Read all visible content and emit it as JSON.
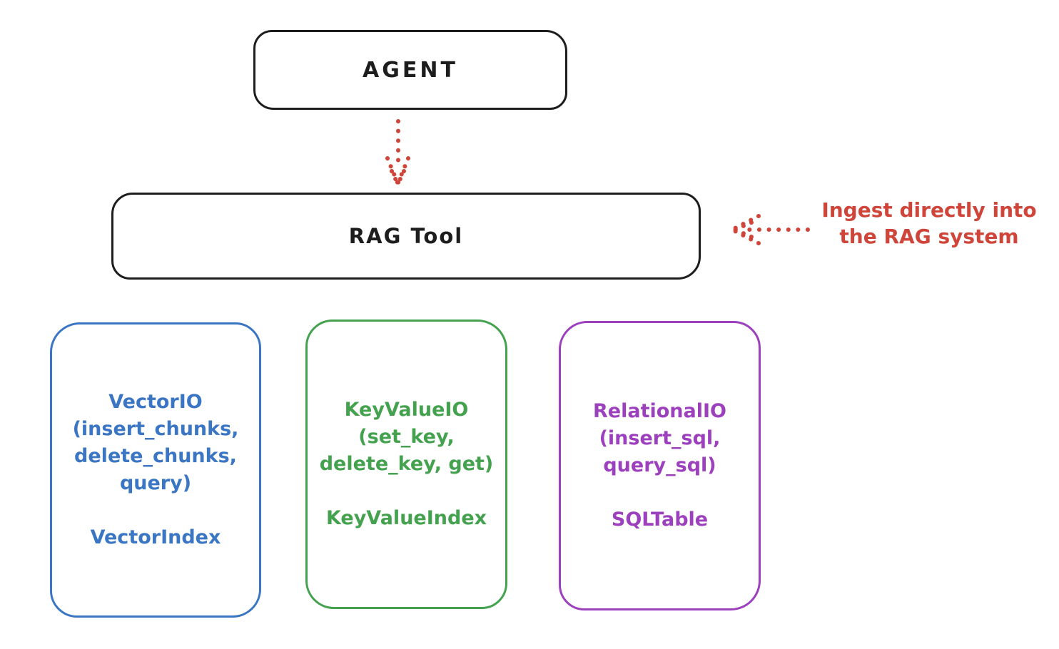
{
  "canvas": {
    "background": "#ffffff",
    "ink_color": "#1d1d1d",
    "accent_red": "#d0453a",
    "accent_blue": "#3a76c4",
    "accent_green": "#44a24f",
    "accent_purple": "#9c40bd"
  },
  "agent_node": {
    "label": "AGENT"
  },
  "rag_tool_node": {
    "label": "RAG Tool"
  },
  "annotation": {
    "line1": "Ingest directly into",
    "line2": "the RAG system",
    "color": "#d0453a"
  },
  "arrows": {
    "agent_to_rag": "dotted-arrow-down",
    "annotation_to_rag": "dotted-arrow-left",
    "color": "#d0453a"
  },
  "vector_node": {
    "line1": "VectorIO",
    "line2": "(insert_chunks,",
    "line3": "delete_chunks,",
    "line4": "query)",
    "index_label": "VectorIndex",
    "color": "#3a76c4"
  },
  "keyvalue_node": {
    "line1": "KeyValueIO",
    "line2": "(set_key,",
    "line3": "delete_key, get)",
    "index_label": "KeyValueIndex",
    "color": "#44a24f"
  },
  "relational_node": {
    "line1": "RelationalIO",
    "line2": "(insert_sql,",
    "line3": "query_sql)",
    "index_label": "SQLTable",
    "color": "#9c40bd"
  }
}
